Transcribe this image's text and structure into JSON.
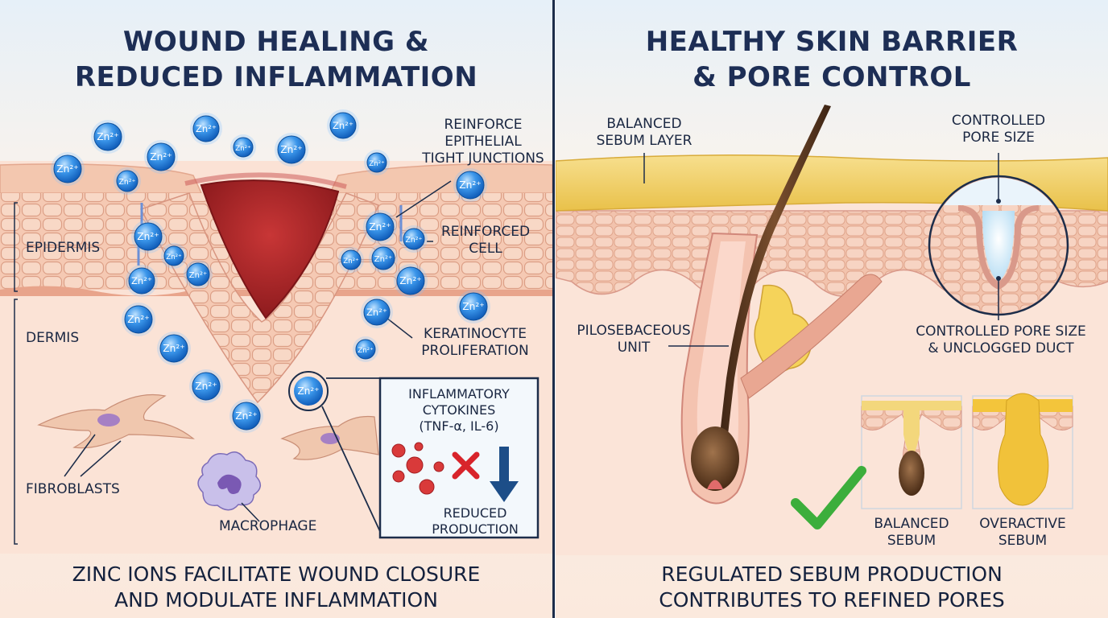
{
  "left": {
    "title_line1": "WOUND HEALING &",
    "title_line2": "REDUCED INFLAMMATION",
    "labels": {
      "tight_1": "REINFORCE",
      "tight_2": "EPITHELIAL",
      "tight_3": "TIGHT JUNCTIONS",
      "reinforced_1": "REINFORCED",
      "reinforced_2": "CELL",
      "epidermis": "EPIDERMIS",
      "dermis": "DERMIS",
      "kera_1": "KERATINOCYTE",
      "kera_2": "PROLIFERATION",
      "fibroblasts": "FIBROBLASTS",
      "macrophage": "MACROPHAGE"
    },
    "inset": {
      "title_1": "INFLAMMATORY",
      "title_2": "CYTOKINES",
      "title_3": "(TNF-α, IL-6)",
      "result_1": "REDUCED",
      "result_2": "PRODUCTION"
    },
    "ion_labels": [
      "Zn²⁺",
      "Zn²⁺",
      "Zn²⁺",
      "Zn²⁺",
      "Zn²⁺",
      "Zn²⁺",
      "Zn²⁺",
      "Zn²⁺",
      "Zn²⁺",
      "Zn²⁺",
      "Zn²⁺",
      "Zn²⁺",
      "Zn²⁺",
      "Zn²⁺",
      "Zn²⁺",
      "Zn²⁺",
      "Zn²⁺",
      "Zn²⁺",
      "Zn²⁺",
      "Zn²⁺",
      "Zn²⁺",
      "Zn²⁺",
      "Zn²⁺",
      "Zn²⁺",
      "Zn²⁺",
      "Zn²⁺"
    ],
    "caption_1": "ZINC IONS FACILITATE WOUND CLOSURE",
    "caption_2": "AND MODULATE INFLAMMATION"
  },
  "right": {
    "title_line1": "HEALTHY SKIN BARRIER",
    "title_line2": "& PORE CONTROL",
    "labels": {
      "sebum_1": "BALANCED",
      "sebum_2": "SEBUM LAYER",
      "pore_1": "CONTROLLED",
      "pore_2": "PORE SIZE",
      "pilo_1": "PILOSEBACEOUS",
      "pilo_2": "UNIT",
      "duct_1": "CONTROLLED PORE SIZE",
      "duct_2": "& UNCLOGGED DUCT",
      "balanced_1": "BALANCED",
      "balanced_2": "SEBUM",
      "overactive_1": "OVERACTIVE",
      "overactive_2": "SEBUM"
    },
    "caption_1": "REGULATED SEBUM PRODUCTION",
    "caption_2": "CONTRIBUTES TO REFINED PORES"
  },
  "colors": {
    "navy": "#1d2e55",
    "skin": "#f6c9b4",
    "wound": "#b3262a",
    "zinc": "#2a86e0",
    "sebum": "#f0cf5c",
    "check": "#3cae3c",
    "cross": "#d8242b"
  }
}
